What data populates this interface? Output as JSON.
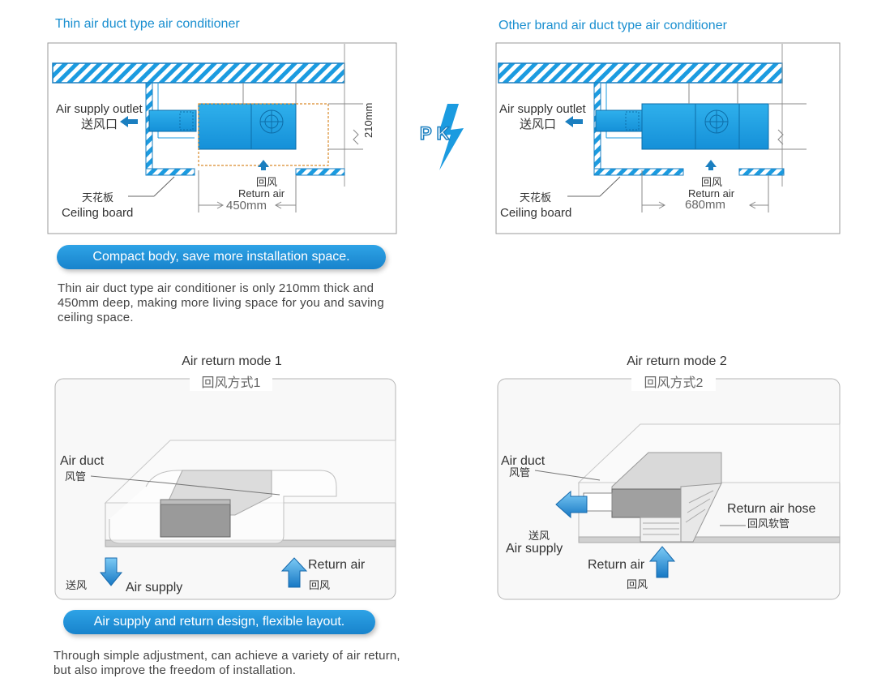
{
  "left_panel": {
    "title": "Thin air duct type air conditioner",
    "supply_outlet_en": "Air supply outlet",
    "supply_outlet_cn": "送风口",
    "height_dim": "210mm",
    "return_cn": "回风",
    "return_en": "Return air",
    "depth_dim": "450mm",
    "ceiling_cn": "天花板",
    "ceiling_en": "Ceiling board"
  },
  "right_panel": {
    "title": "Other brand air duct type air conditioner",
    "supply_outlet_en": "Air supply outlet",
    "supply_outlet_cn": "送风口",
    "return_cn": "回风",
    "return_en": "Return air",
    "depth_dim": "680mm",
    "ceiling_cn": "天花板",
    "ceiling_en": "Ceiling board"
  },
  "pk_label": "PK",
  "feature1": {
    "pill": "Compact body, save more installation space.",
    "text": "Thin air duct type air conditioner is only 210mm thick and 450mm deep, making more living space for you and saving ceiling space."
  },
  "mode1": {
    "title_en": "Air return mode 1",
    "title_cn": "回风方式1",
    "duct_en": "Air duct",
    "duct_cn": "风管",
    "supply_cn": "送风",
    "supply_en": "Air supply",
    "return_en": "Return air",
    "return_cn": "回风"
  },
  "mode2": {
    "title_en": "Air return mode 2",
    "title_cn": "回风方式2",
    "duct_en": "Air duct",
    "duct_cn": "风管",
    "supply_cn": "送风",
    "supply_en": "Air supply",
    "hose_en": "Return air hose",
    "hose_cn": "回风软管",
    "return_en": "Return air",
    "return_cn": "回风"
  },
  "feature2": {
    "pill": "Air supply and return design, flexible layout.",
    "text": "Through simple adjustment, can achieve a variety of air return, but also improve the freedom of installation."
  },
  "colors": {
    "accent": "#1a8fd0",
    "unit_blue": "#1c9ddf",
    "hatch_blue": "#1b9be0"
  }
}
